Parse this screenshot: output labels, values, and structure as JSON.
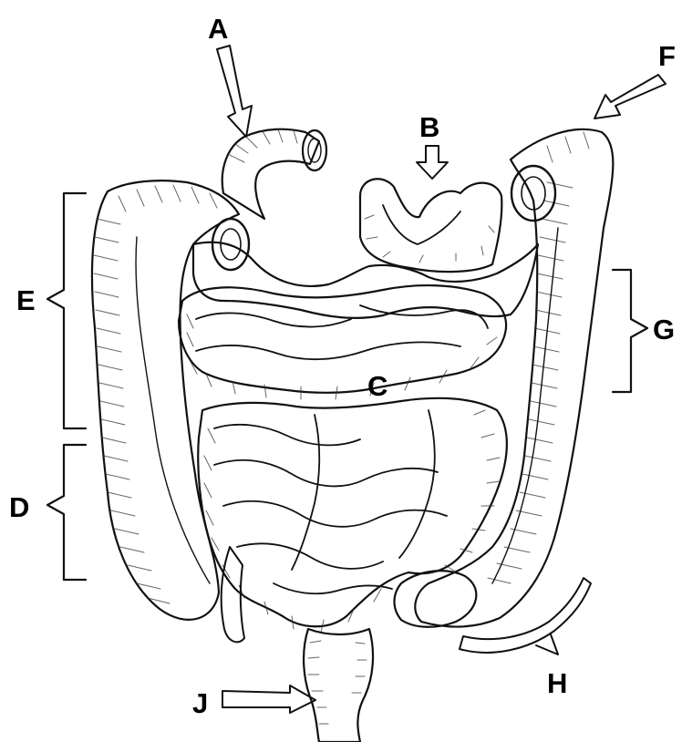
{
  "labels": {
    "a": "A",
    "b": "B",
    "c": "C",
    "d": "D",
    "e": "E",
    "f": "F",
    "g": "G",
    "h": "H",
    "j": "J"
  },
  "colors": {
    "ink": "#111111",
    "tissue": "#f4f4f2",
    "shade": "#d9d9d6",
    "background": "#ffffff"
  }
}
